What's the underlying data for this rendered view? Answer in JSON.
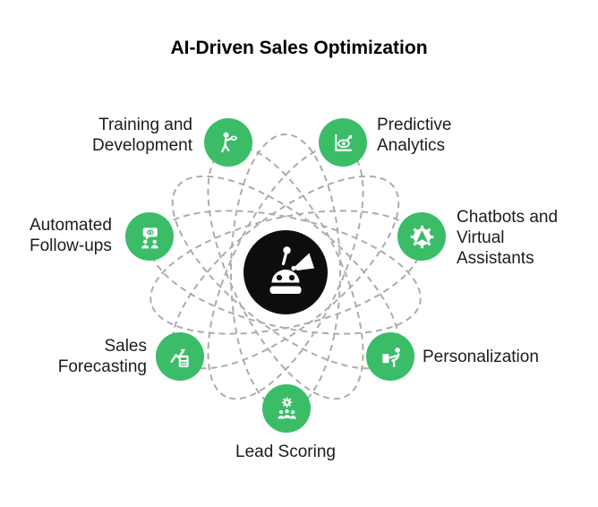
{
  "title": "AI-Driven Sales Optimization",
  "colors": {
    "node_green": "#3BBD68",
    "center_black": "#0D0D0D",
    "dash_gray": "#ACACAC",
    "label_text": "#1C1C1C"
  },
  "center_node": {
    "icon": "robot-megaphone-icon"
  },
  "nodes": [
    {
      "id": "training-development",
      "label": "Training and\nDevelopment",
      "icon": "trainer-icon"
    },
    {
      "id": "predictive-analytics",
      "label": "Predictive\nAnalytics",
      "icon": "chart-eye-icon"
    },
    {
      "id": "chatbots-virtual-assistants",
      "label": "Chatbots and\nVirtual\nAssistants",
      "icon": "gear-cursor-icon"
    },
    {
      "id": "personalization",
      "label": "Personalization",
      "icon": "person-screen-icon"
    },
    {
      "id": "lead-scoring",
      "label": "Lead Scoring",
      "icon": "gear-people-icon"
    },
    {
      "id": "sales-forecasting",
      "label": "Sales\nForecasting",
      "icon": "calculator-arrow-icon"
    },
    {
      "id": "automated-followups",
      "label": "Automated\nFollow-ups",
      "icon": "chat-people-icon"
    }
  ]
}
